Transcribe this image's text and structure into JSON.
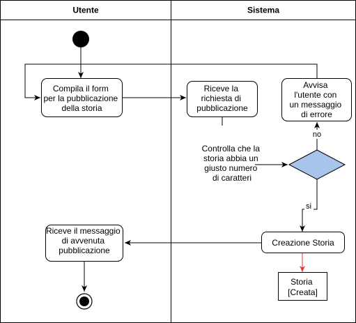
{
  "lanes": {
    "user": "Utente",
    "system": "Sistema"
  },
  "nodes": {
    "compile_form": [
      "Compila il form",
      "per la pubblicazione",
      "della storia"
    ],
    "receive_request": [
      "Riceve la",
      "richiesta di",
      "pubblicazione"
    ],
    "notify_error": [
      "Avvisa",
      "l'utente con",
      "un messaggio",
      "di errore"
    ],
    "check_label": [
      "Controlla che la",
      "storia abbia un",
      "giusto numero",
      "di caratteri"
    ],
    "create_story": "Creazione Storia",
    "receive_confirmation": [
      "Riceve il messaggio",
      "di avvenuta",
      "pubblicazione"
    ],
    "story_object": [
      "Storia",
      "[Creata]"
    ]
  },
  "edges": {
    "no": "no",
    "yes": "si"
  },
  "colors": {
    "decision_fill": "#a9c4eb",
    "object_flow": "#e83838",
    "line": "#000000"
  }
}
